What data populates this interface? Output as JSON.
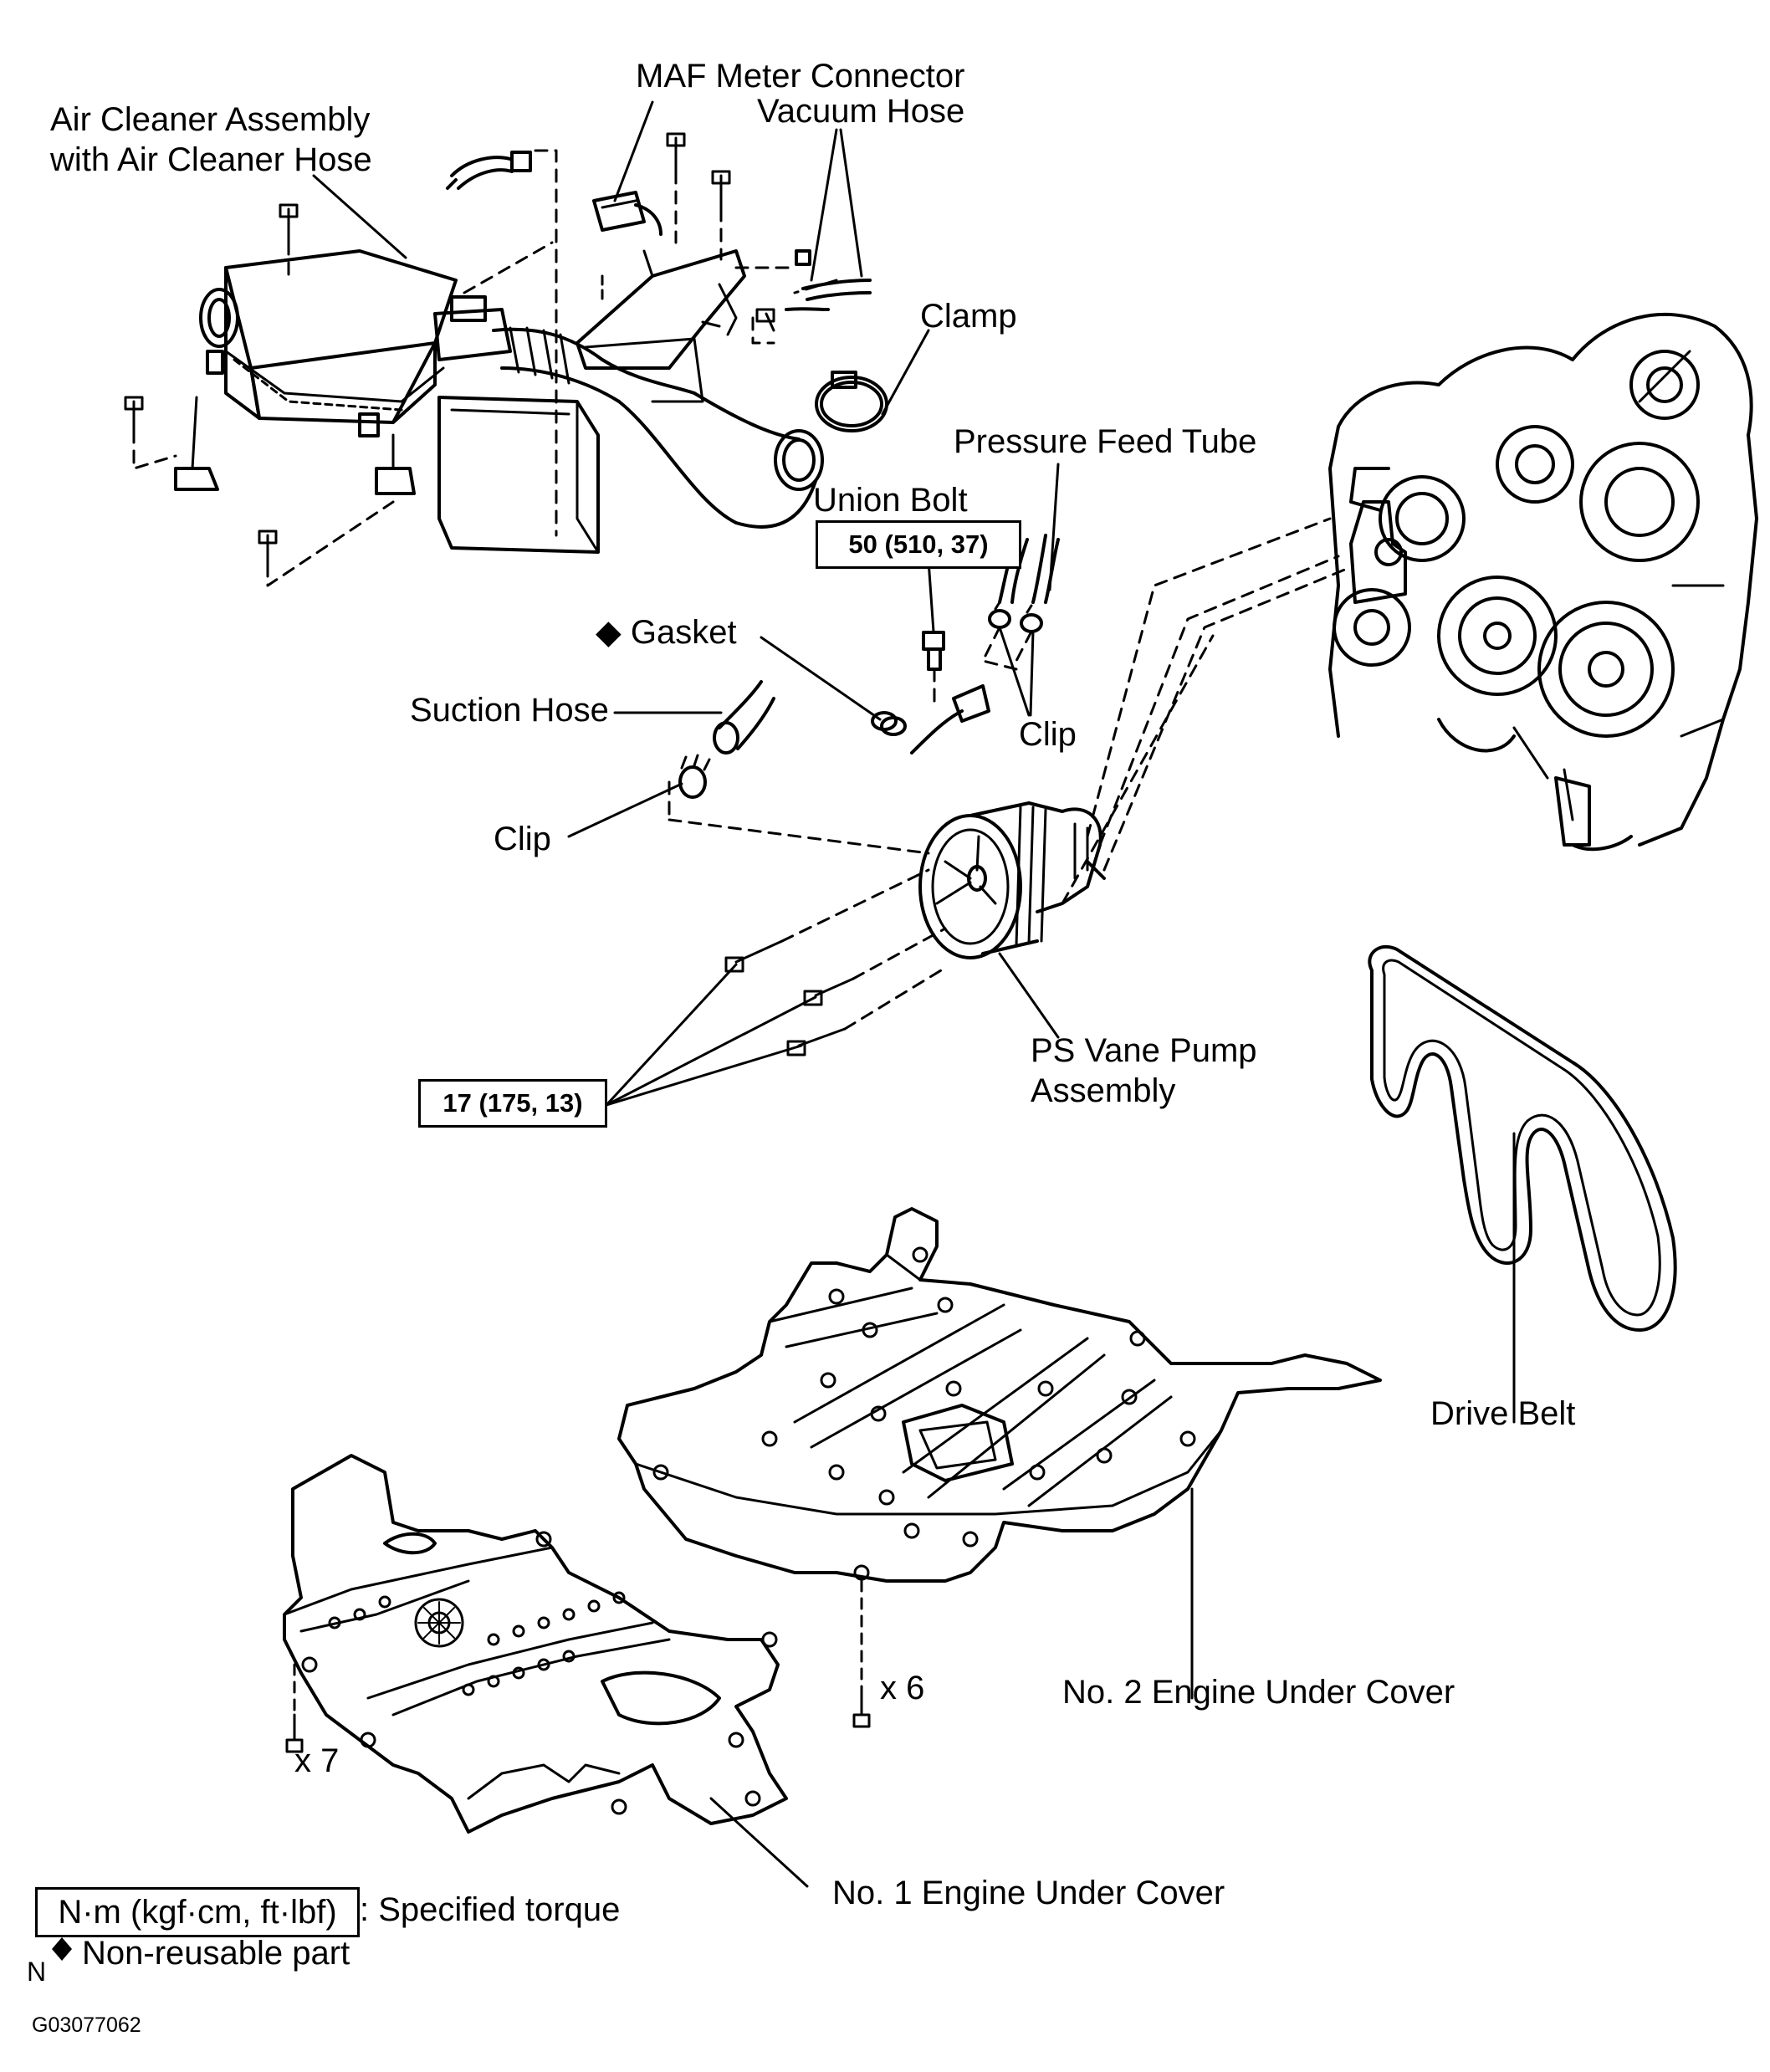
{
  "labels": {
    "air_cleaner_line1": "Air Cleaner Assembly",
    "air_cleaner_line2": "with Air Cleaner Hose",
    "maf_meter_connector": "MAF Meter Connector",
    "vacuum_hose": "Vacuum Hose",
    "clamp": "Clamp",
    "pressure_feed_tube": "Pressure Feed Tube",
    "union_bolt": "Union Bolt",
    "gasket": "Gasket",
    "suction_hose": "Suction Hose",
    "clip_right": "Clip",
    "clip_left": "Clip",
    "ps_pump_line1": "PS Vane Pump",
    "ps_pump_line2": "Assembly",
    "drive_belt": "Drive Belt",
    "no2_cover": "No. 2 Engine Under Cover",
    "no1_cover": "No. 1 Engine Under Cover",
    "qty_no2": "x 6",
    "qty_no1": "x 7"
  },
  "torques": {
    "union_bolt": "50 (510, 37)",
    "pump_bolts": "17 (175, 13)"
  },
  "legend": {
    "torque_units": "N·m (kgf·cm, ft·lbf)",
    "torque_desc": ": Specified torque",
    "non_reusable_symbol": "◆",
    "non_reusable_desc": "Non-reusable part",
    "north_mark": "N"
  },
  "figure_id": "G03077062"
}
